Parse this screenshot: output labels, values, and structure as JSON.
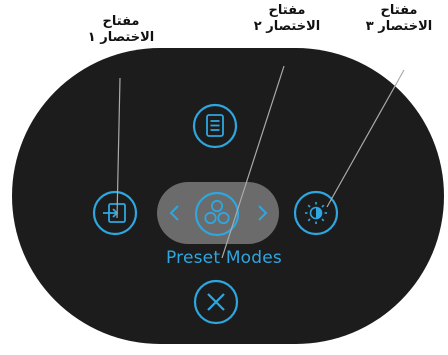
{
  "callouts": [
    {
      "line1": "مفتاح",
      "line2": "الاختصار ١"
    },
    {
      "line1": "مفتاح",
      "line2": "الاختصار ٢"
    },
    {
      "line1": "مفتاح",
      "line2": "الاختصار ٣"
    }
  ],
  "osd": {
    "preset_label": "Preset Modes",
    "accent_color": "#2ea6e0",
    "panel_color": "#1c1c1c",
    "highlight_color": "#6b6b6b",
    "icons": {
      "top": "menu-list-icon",
      "left": "input-source-icon",
      "center": "preset-modes-icon",
      "right": "brightness-contrast-icon",
      "bottom": "close-icon"
    }
  }
}
